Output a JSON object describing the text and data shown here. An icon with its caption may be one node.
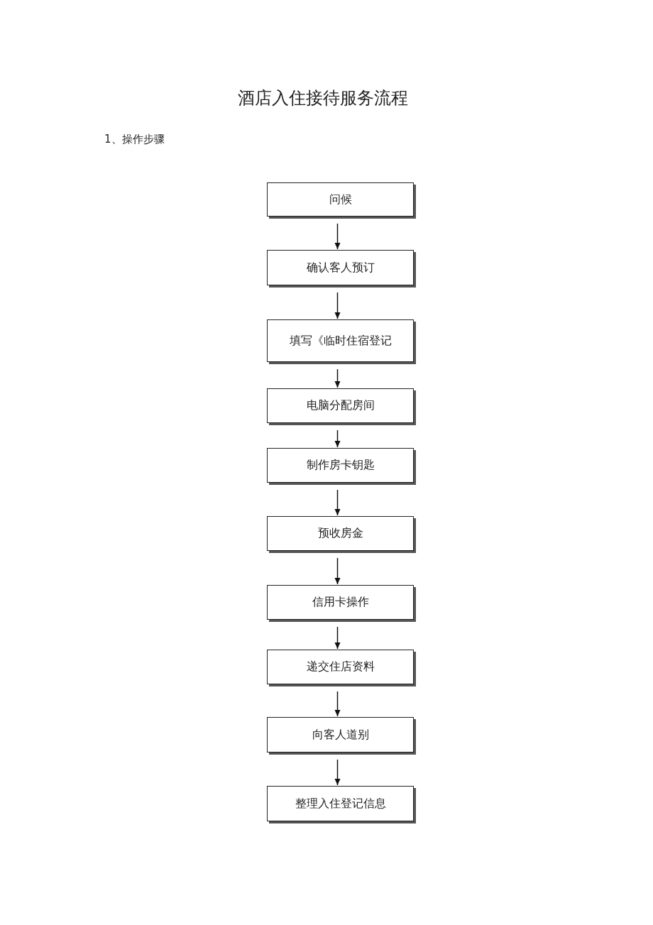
{
  "diagram": {
    "title": "酒店入住接待服务流程",
    "nodes": [
      {
        "text": [
          "问候"
        ]
      },
      {
        "text": [
          "确认客人预订"
        ]
      },
      {
        "text": [
          "填写《临时住宿登记"
        ]
      },
      {
        "text": [
          "电脑分配房间"
        ]
      },
      {
        "text": [
          "制作房卡钥匙"
        ]
      },
      {
        "text": [
          "预收房金"
        ]
      },
      {
        "text": [
          "信用卡操作"
        ]
      },
      {
        "text": [
          "递交住店资料"
        ]
      },
      {
        "text": [
          "向客人道别"
        ]
      },
      {
        "text": [
          "整理入住登记信息"
        ]
      }
    ],
    "edges": [
      {
        "from": 0,
        "to": 1,
        "arrow": "to"
      },
      {
        "from": 1,
        "to": 2,
        "arrow": "to"
      },
      {
        "from": 2,
        "to": 3,
        "arrow": "to"
      },
      {
        "from": 3,
        "to": 4,
        "arrow": "to"
      },
      {
        "from": 4,
        "to": 5,
        "arrow": "to"
      },
      {
        "from": 5,
        "to": 6,
        "arrow": "to"
      },
      {
        "from": 6,
        "to": 7,
        "arrow": "to"
      },
      {
        "from": 7,
        "to": 8,
        "arrow": "to"
      },
      {
        "from": 8,
        "to": 9,
        "arrow": "to"
      }
    ],
    "labels": [
      "1、操作步骤"
    ]
  }
}
